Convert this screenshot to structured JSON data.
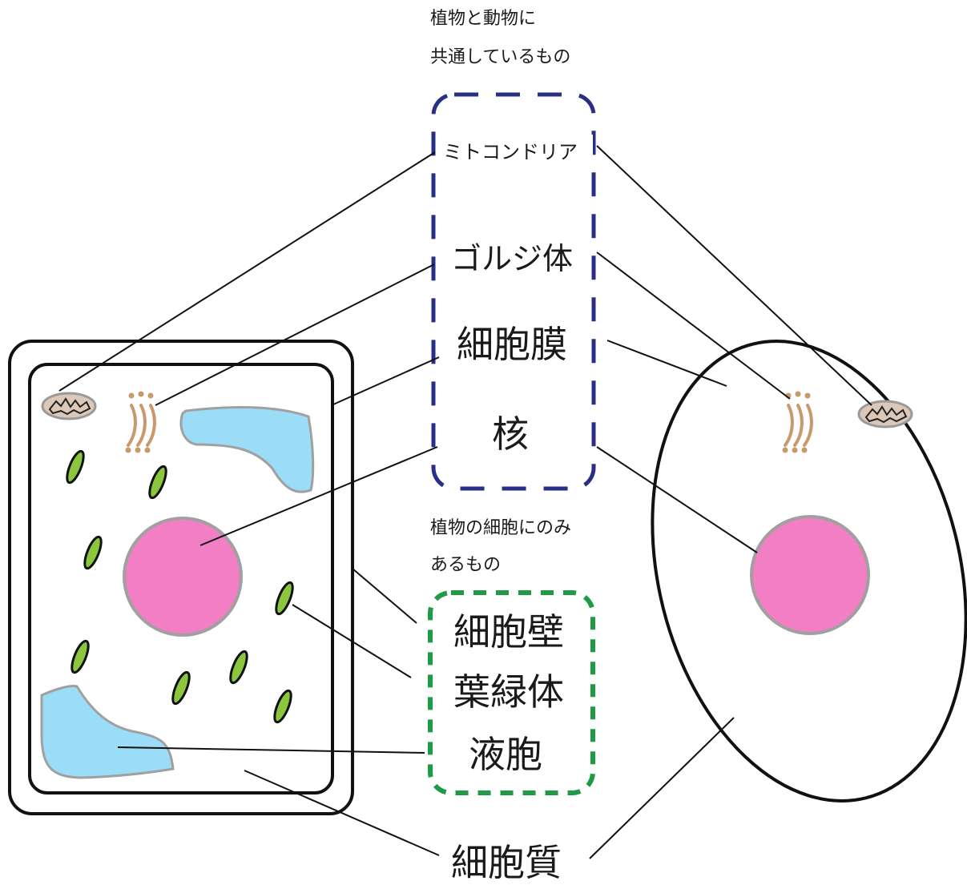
{
  "common_group": {
    "heading_line1": "植物と動物に",
    "heading_line2": "共通しているもの",
    "border_color": "#2a2f86",
    "items": {
      "mitochondria": "ミトコンドリア",
      "golgi": "ゴルジ体",
      "membrane": "細胞膜",
      "nucleus": "核"
    }
  },
  "plant_only_group": {
    "heading_line1": "植物の細胞にのみ",
    "heading_line2": "あるもの",
    "border_color": "#1f9a45",
    "items": {
      "cell_wall": "細胞壁",
      "chloroplast": "葉緑体",
      "vacuole": "液胞"
    }
  },
  "cytoplasm_label": "細胞質",
  "colors": {
    "nucleus": "#f27fc4",
    "vacuole": "#9bdcf6",
    "chloroplast": "#8cc63f",
    "mitochondria": "#dcc8b8",
    "golgi": "#c69a6d"
  }
}
